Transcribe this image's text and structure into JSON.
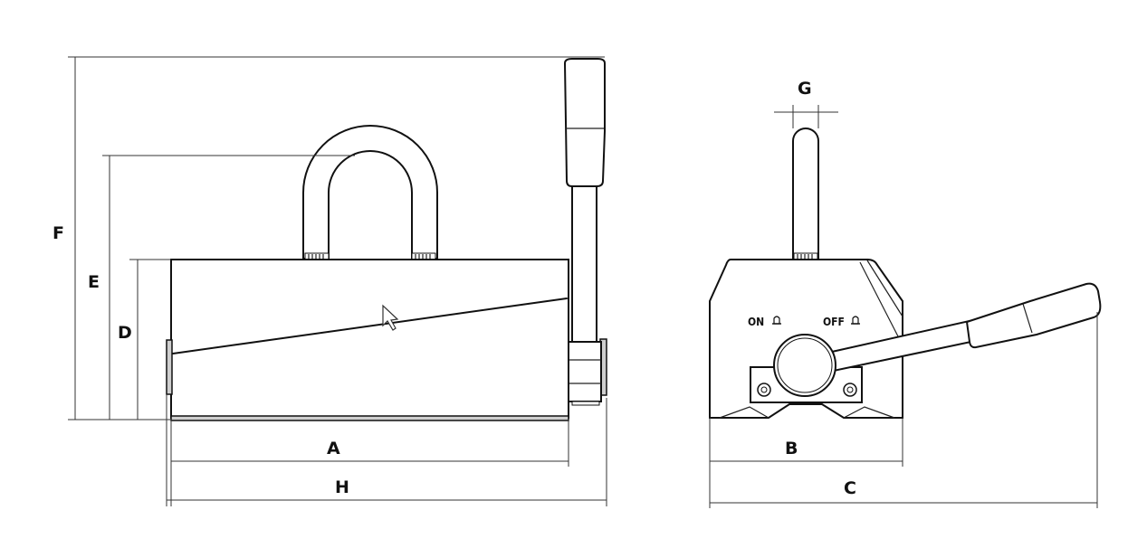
{
  "labels": {
    "A": "A",
    "B": "B",
    "C": "C",
    "D": "D",
    "E": "E",
    "F": "F",
    "G": "G",
    "H": "H"
  },
  "switch": {
    "on": "ON",
    "off": "OFF"
  },
  "colors": {
    "line": "#111111",
    "background": "#ffffff"
  }
}
